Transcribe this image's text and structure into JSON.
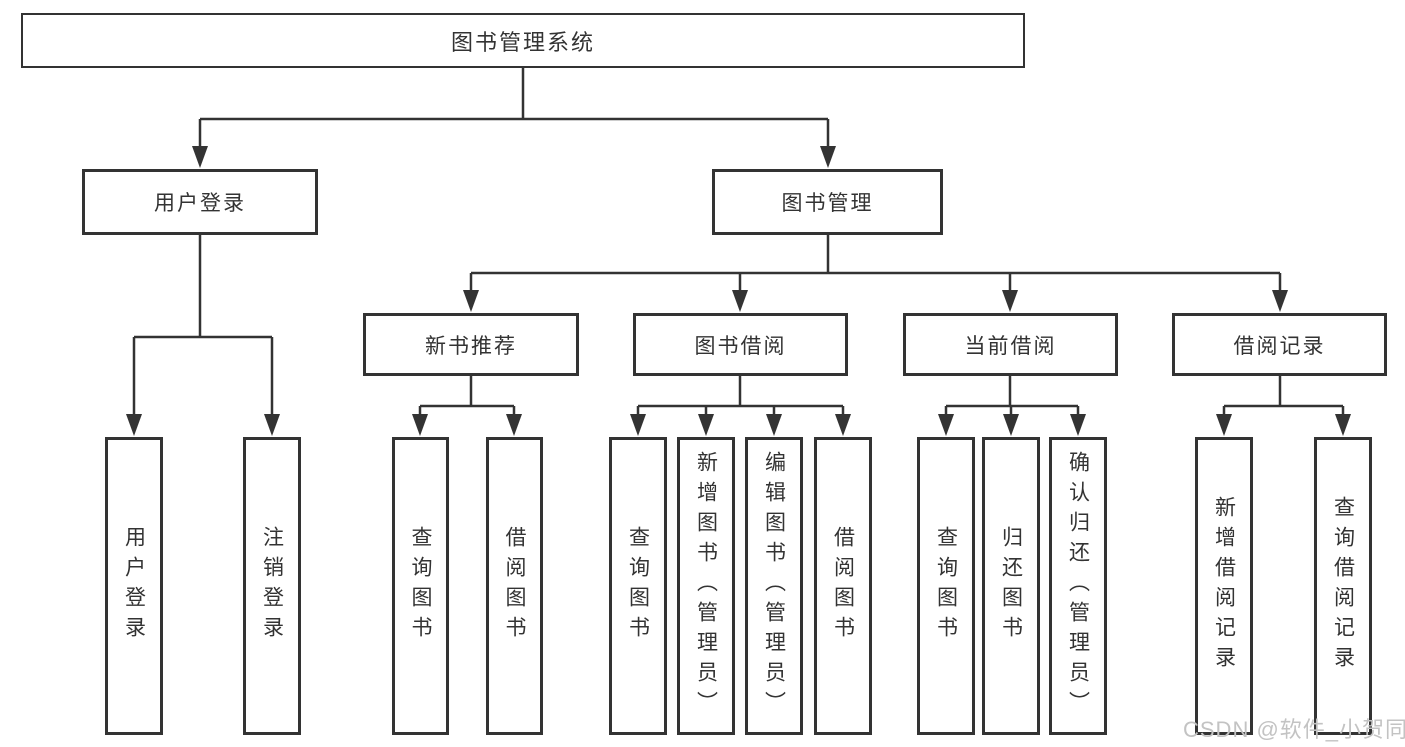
{
  "root": {
    "label": "图书管理系统"
  },
  "branches": [
    {
      "label": "用户登录",
      "children": [
        {
          "label": "用户登录"
        },
        {
          "label": "注销登录"
        }
      ]
    },
    {
      "label": "图书管理",
      "children": [
        {
          "label": "新书推荐",
          "children": [
            {
              "label": "查询图书"
            },
            {
              "label": "借阅图书"
            }
          ]
        },
        {
          "label": "图书借阅",
          "children": [
            {
              "label": "查询图书"
            },
            {
              "label": "新增图书（管理员）"
            },
            {
              "label": "编辑图书（管理员）"
            },
            {
              "label": "借阅图书"
            }
          ]
        },
        {
          "label": "当前借阅",
          "children": [
            {
              "label": "查询图书"
            },
            {
              "label": "归还图书"
            },
            {
              "label": "确认归还（管理员）"
            }
          ]
        },
        {
          "label": "借阅记录",
          "children": [
            {
              "label": "新增借阅记录"
            },
            {
              "label": "查询借阅记录"
            }
          ]
        }
      ]
    }
  ],
  "watermark": {
    "text": "CSDN @软件_小贺同学"
  },
  "colors": {
    "line": "#333333",
    "box_border": "#333333",
    "text": "#333333",
    "background": "#ffffff",
    "watermark": "#c3c3c3"
  }
}
